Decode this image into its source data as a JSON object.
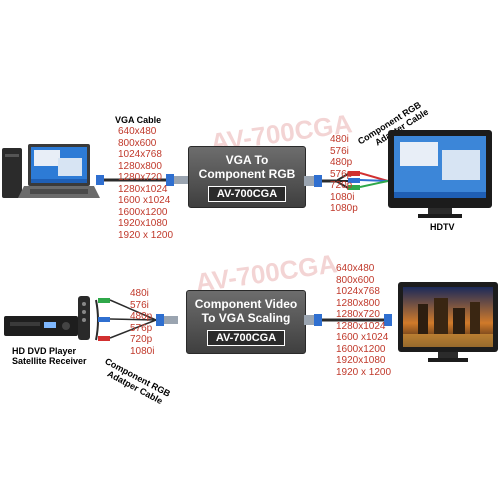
{
  "watermark": "AV-700CGA",
  "top": {
    "vga_cable_label": "VGA Cable",
    "vga_resolutions": [
      "640x480",
      "800x600",
      "1024x768",
      "1280x800",
      "1280x720",
      "1280x1024",
      "1600 x1024",
      "1600x1200",
      "1920x1080",
      "1920 x 1200"
    ],
    "box_title_1": "VGA To",
    "box_title_2": "Component RGB",
    "box_model": "AV-700CGA",
    "component_cable_label_1": "Component RGB",
    "component_cable_label_2": "Adapter Cable",
    "component_resolutions": [
      "480i",
      "576i",
      "480p",
      "576p",
      "720p",
      "1080i",
      "1080p"
    ],
    "display_label": "HDTV"
  },
  "bottom": {
    "source_label_1": "HD DVD Player",
    "source_label_2": "Satellite Receiver",
    "component_resolutions": [
      "480i",
      "576i",
      "480p",
      "576p",
      "720p",
      "1080i"
    ],
    "component_cable_label_1": "Component RGB",
    "component_cable_label_2": "Adatper Cable",
    "box_title_1": "Component Video",
    "box_title_2": "To VGA Scaling",
    "box_model": "AV-700CGA",
    "vga_resolutions": [
      "640x480",
      "800x600",
      "1024x768",
      "1280x800",
      "1280x720",
      "1280x1024",
      "1600 x1024",
      "1600x1200",
      "1920x1080",
      "1920 x 1200"
    ]
  },
  "colors": {
    "resolution_text": "#c0392b",
    "box_bg": "#555555",
    "cable_blue": "#2f6fd0",
    "rca_red": "#d23030",
    "rca_green": "#2fa84a",
    "rca_blue": "#2f6fd0"
  }
}
